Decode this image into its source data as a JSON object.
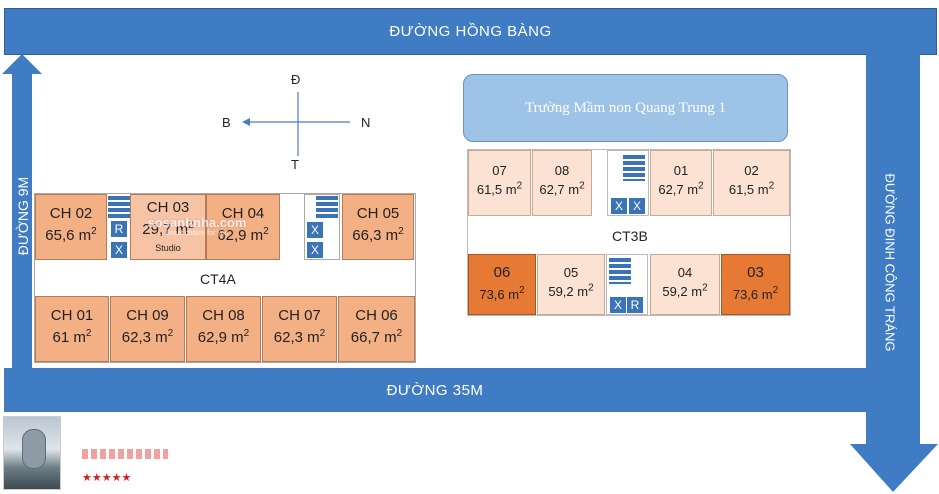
{
  "roads": {
    "top": "ĐƯỜNG HỒNG BÀNG",
    "bottom": "ĐƯỜNG 35M",
    "left": "ĐƯỜNG 9M",
    "right": "ĐƯỜNG ĐINH CÔNG TRÁNG"
  },
  "compass": {
    "north_top": "Đ",
    "left": "B",
    "right": "N",
    "bottom": "T"
  },
  "school": "Trường  Mầm non Quang Trung 1",
  "ct4a": {
    "name": "CT4A",
    "top_units": [
      {
        "name": "CH 02",
        "area": "65,6 m"
      },
      {
        "name": "CH 03",
        "area": "29,7 m"
      },
      {
        "name": "CH 04",
        "area": "62,9 m"
      },
      {
        "name": "CH 05",
        "area": "66,3 m"
      }
    ],
    "bottom_units": [
      {
        "name": "CH 01",
        "area": "61 m"
      },
      {
        "name": "CH 09",
        "area": "62,3 m"
      },
      {
        "name": "CH 08",
        "area": "62,9 m"
      },
      {
        "name": "CH 07",
        "area": "62,3 m"
      },
      {
        "name": "CH 06",
        "area": "66,7 m"
      }
    ],
    "studio": "Studio"
  },
  "ct3b": {
    "name": "CT3B",
    "top_units": [
      {
        "name": "07",
        "area": "61,5 m"
      },
      {
        "name": "08",
        "area": "62,7 m"
      },
      {
        "name": "01",
        "area": "62,7 m"
      },
      {
        "name": "02",
        "area": "61,5 m"
      }
    ],
    "bottom_units": [
      {
        "name": "06",
        "area": "73,6 m"
      },
      {
        "name": "05",
        "area": "59,2 m"
      },
      {
        "name": "04",
        "area": "59,2 m"
      },
      {
        "name": "03",
        "area": "73,6 m"
      }
    ]
  },
  "markers": {
    "x": "X",
    "r": "R",
    "sup": "2"
  },
  "watermark": {
    "title": "sosanhnha.com",
    "tagline": "Great choice for you"
  },
  "colors": {
    "road": "#3f7cc4",
    "unit": "#f3b085",
    "unit_light": "#fbe2d3",
    "unit_dark": "#e67a35",
    "school": "#9dc3e6"
  }
}
